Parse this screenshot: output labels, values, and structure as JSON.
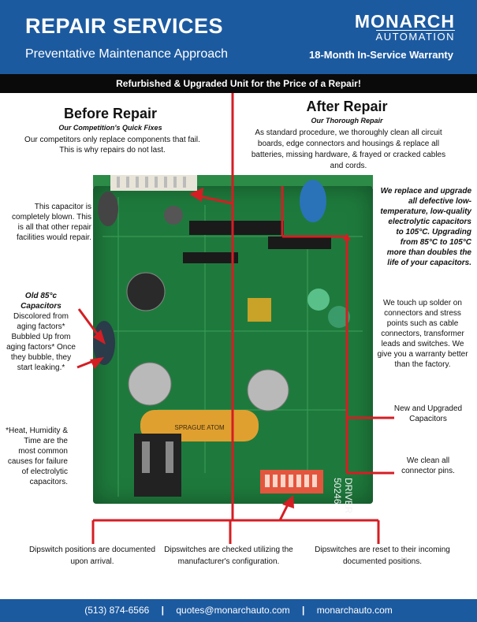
{
  "header": {
    "title": "REPAIR SERVICES",
    "subtitle": "Preventative Maintenance Approach",
    "logo_top": "MONARCH",
    "logo_bottom": "AUTOMATION",
    "warranty": "18-Month In-Service Warranty"
  },
  "banner": "Refurbished & Upgraded Unit for the Price of a Repair!",
  "before": {
    "title": "Before Repair",
    "subtitle": "Our Competition's Quick Fixes",
    "description": "Our competitors only replace components that fail.  This is why repairs do not last."
  },
  "after": {
    "title": "After Repair",
    "subtitle": "Our Thorough Repair",
    "description": "As standard procedure, we thoroughly clean all circuit boards, edge connectors and housings & replace all batteries, missing hardware, & frayed or cracked cables and cords."
  },
  "left_notes": {
    "capacitor_blown": "This capacitor is completely blown.  This is all that other repair facilities would repair.",
    "old_caps_title": "Old 85°c Capacitors",
    "old_caps_body": "Discolored from aging factors* Bubbled Up from  aging factors* Once they bubble, they start leaking.*",
    "heat_note": "*Heat, Humidity & Time are the most common causes for failure of electrolytic capacitors."
  },
  "right_notes": {
    "upgrade": "We replace and upgrade all defective low-temperature, low-quality electrolytic capacitors to 105°C. Upgrading from 85°C to 105°C more than doubles the life of your capacitors.",
    "solder": "We touch up solder on connectors and stress points such as cable connectors, transformer leads and switches.  We give you a warranty better than the factory.",
    "new_caps": "New and Upgraded Capacitors",
    "pins": "We clean all connector pins."
  },
  "bottom_notes": {
    "documented": "Dipswitch positions are documented upon arrival.",
    "checked": "Dipswitches are checked utilizing the manufacturer's configuration.",
    "reset": "Dipswitches are reset to their incoming documented positions."
  },
  "board_labels": {
    "driver": "DRIVER",
    "part_no": "50246",
    "cap_label": "SPRAGUE ATOM"
  },
  "footer": {
    "phone": "(513) 874-6566",
    "email": "quotes@monarchauto.com",
    "web": "monarchauto.com"
  },
  "colors": {
    "header_blue": "#1c5aa0",
    "board_green": "#1e7a3c",
    "arrow_red": "#d41e24"
  }
}
